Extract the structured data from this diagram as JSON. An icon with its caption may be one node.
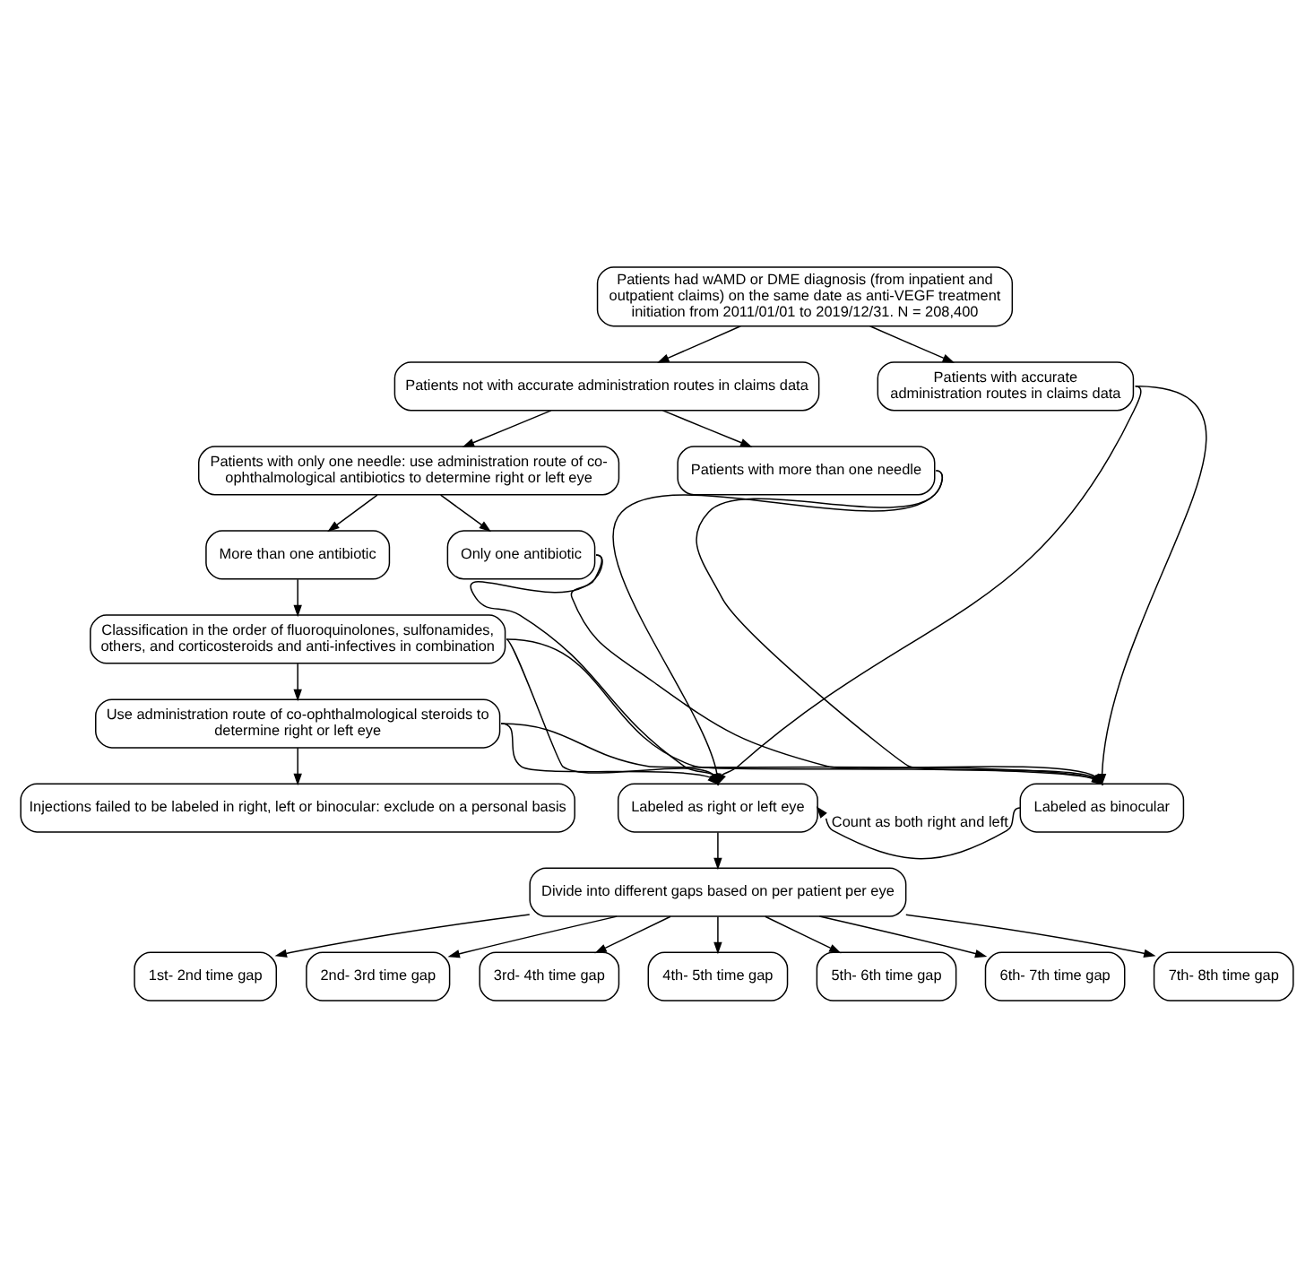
{
  "diagram": {
    "nodes": [
      {
        "text": [
          "Patients had wAMD or DME diagnosis (from inpatient and outpatient claims) on the same date as anti-VEGF treatment initiation from 2011/01/01 to 2019/12/31. N = 208,400"
        ]
      },
      {
        "text": [
          "Patients with accurate administration routes in claims data"
        ]
      },
      {
        "text": [
          "Patients not with accurate administration routes in claims data"
        ]
      },
      {
        "text": [
          "Patients with more than one needle"
        ]
      },
      {
        "text": [
          "Patients with only one needle: use administration route of co-ophthalmological antibiotics to determine right or left eye"
        ]
      },
      {
        "text": [
          "More than one antibiotic"
        ]
      },
      {
        "text": [
          "Only one antibiotic"
        ]
      },
      {
        "text": [
          "Classification in the order of fluoroquinolones, sulfonamides, others, and corticosteroids and anti-infectives in combination"
        ]
      },
      {
        "text": [
          "Use administration route of co-ophthalmological steroids to determine right or left eye"
        ]
      },
      {
        "text": [
          "Injections failed to be labeled in right, left or binocular: exclude on a personal basis"
        ]
      },
      {
        "text": [
          "Labeled as right or left eye"
        ]
      },
      {
        "text": [
          "Labeled as binocular"
        ]
      },
      {
        "text": [
          "Divide into different gaps based on per patient per eye"
        ]
      },
      {
        "text": [
          "1st- 2nd time gap"
        ]
      },
      {
        "text": [
          "2nd- 3rd time gap"
        ]
      },
      {
        "text": [
          "3rd- 4th time gap"
        ]
      },
      {
        "text": [
          "4th- 5th time gap"
        ]
      },
      {
        "text": [
          "5th- 6th time gap"
        ]
      },
      {
        "text": [
          "6th- 7th time gap"
        ]
      },
      {
        "text": [
          "7th- 8th time gap"
        ]
      }
    ],
    "edges": [
      {
        "from": 0,
        "to": 1,
        "arrow": "to"
      },
      {
        "from": 0,
        "to": 2,
        "arrow": "to"
      },
      {
        "from": 2,
        "to": 3,
        "arrow": "to"
      },
      {
        "from": 2,
        "to": 4,
        "arrow": "to"
      },
      {
        "from": 4,
        "to": 5,
        "arrow": "to"
      },
      {
        "from": 4,
        "to": 6,
        "arrow": "to"
      },
      {
        "from": 5,
        "to": 7,
        "arrow": "to"
      },
      {
        "from": 7,
        "to": 8,
        "arrow": "to"
      },
      {
        "from": 8,
        "to": 9,
        "arrow": "to"
      },
      {
        "from": 1,
        "to": 10,
        "arrow": "to"
      },
      {
        "from": 1,
        "to": 11,
        "arrow": "to"
      },
      {
        "from": 3,
        "to": 10,
        "arrow": "to"
      },
      {
        "from": 3,
        "to": 11,
        "arrow": "to"
      },
      {
        "from": 6,
        "to": 10,
        "arrow": "to"
      },
      {
        "from": 6,
        "to": 11,
        "arrow": "to"
      },
      {
        "from": 7,
        "to": 10,
        "arrow": "to"
      },
      {
        "from": 7,
        "to": 11,
        "arrow": "to"
      },
      {
        "from": 8,
        "to": 10,
        "arrow": "to"
      },
      {
        "from": 8,
        "to": 11,
        "arrow": "to"
      },
      {
        "from": 11,
        "to": 10,
        "arrow": "to",
        "label": "Count as both right and left"
      },
      {
        "from": 12,
        "to": 13,
        "arrow": "to"
      },
      {
        "from": 12,
        "to": 14,
        "arrow": "to"
      },
      {
        "from": 12,
        "to": 15,
        "arrow": "to"
      },
      {
        "from": 12,
        "to": 16,
        "arrow": "to"
      },
      {
        "from": 12,
        "to": 17,
        "arrow": "to"
      },
      {
        "from": 12,
        "to": 18,
        "arrow": "to"
      },
      {
        "from": 12,
        "to": 19,
        "arrow": "to"
      },
      {
        "from": 10,
        "to": 12,
        "arrow": "to"
      }
    ]
  }
}
